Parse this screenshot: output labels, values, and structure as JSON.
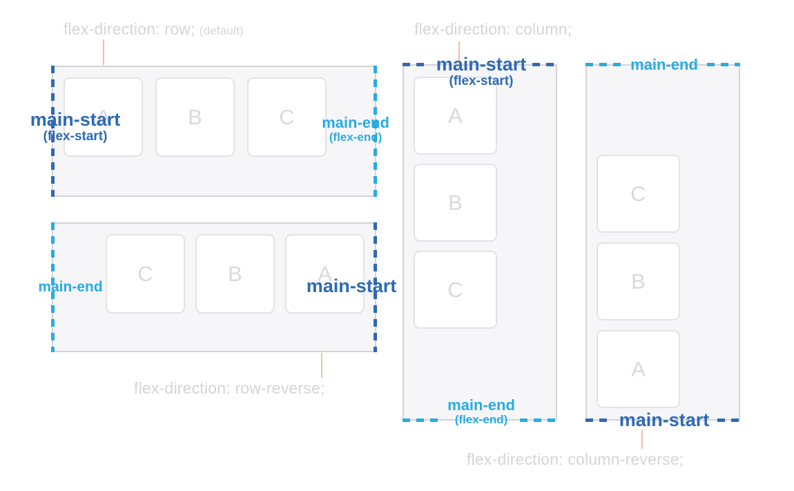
{
  "diagram": {
    "captions": {
      "row": "flex-direction: row;",
      "row_default_suffix": "(default)",
      "column": "flex-direction: column;",
      "row_reverse": "flex-direction: row-reverse;",
      "column_reverse": "flex-direction: column-reverse;"
    },
    "edge_labels": {
      "main_start": "main-start",
      "flex_start": "(flex-start)",
      "main_end": "main-end",
      "flex_end": "(flex-end)"
    },
    "containers": [
      {
        "direction": "row",
        "items": [
          "A",
          "B",
          "C"
        ]
      },
      {
        "direction": "row-reverse",
        "items": [
          "A",
          "B",
          "C"
        ]
      },
      {
        "direction": "column",
        "items": [
          "A",
          "B",
          "C"
        ]
      },
      {
        "direction": "column-reverse",
        "items": [
          "A",
          "B",
          "C"
        ]
      }
    ],
    "colors": {
      "main_start_blue": "#2e6ab3",
      "main_end_cyan": "#29abe2",
      "connector_salmon": "#f3bfa4",
      "caption_gray": "#d5d5d6",
      "container_bg": "#f6f6f8",
      "container_border": "#d3d3d6",
      "item_letter_gray": "#d9d9dd"
    }
  }
}
